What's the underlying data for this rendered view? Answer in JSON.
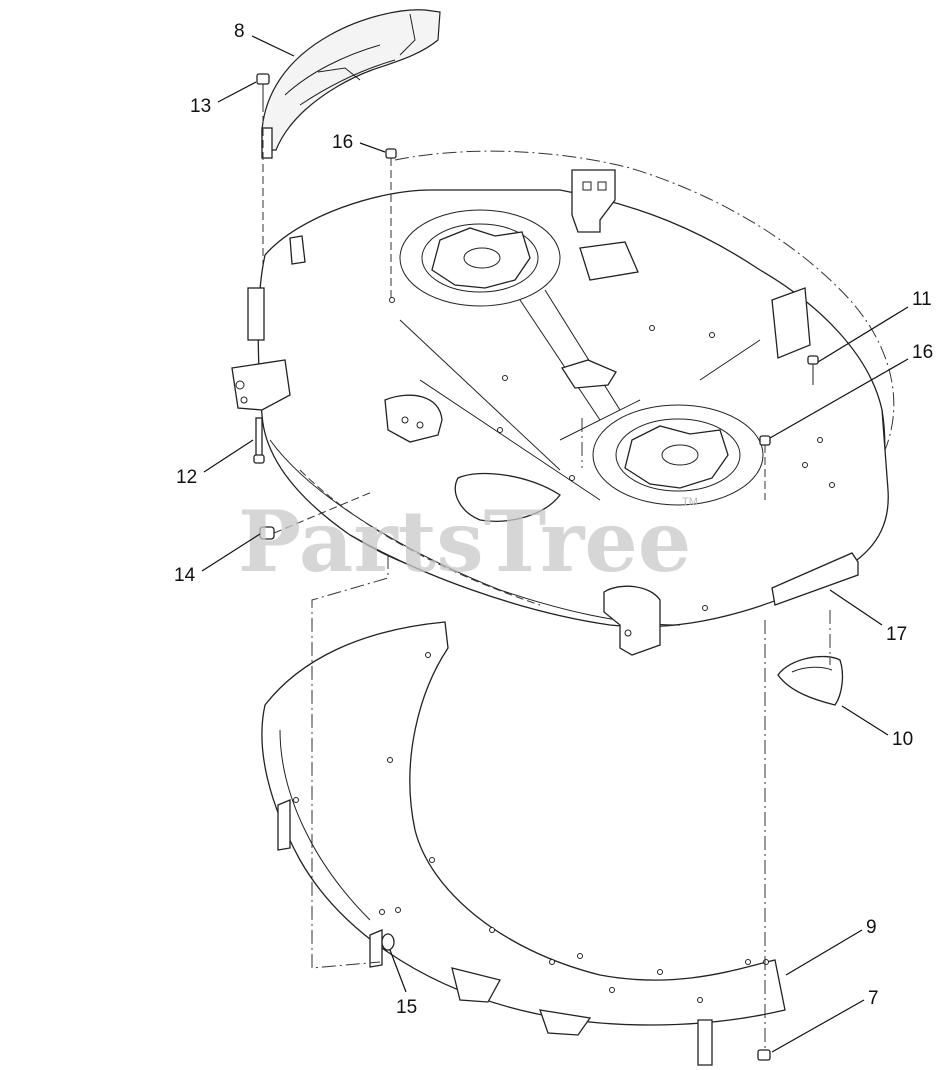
{
  "watermark": {
    "text": "PartsTree",
    "trademark": "TM"
  },
  "callouts": [
    {
      "id": "c8",
      "label": "8"
    },
    {
      "id": "c13",
      "label": "13"
    },
    {
      "id": "c16a",
      "label": "16"
    },
    {
      "id": "c11",
      "label": "11"
    },
    {
      "id": "c16b",
      "label": "16"
    },
    {
      "id": "c12",
      "label": "12"
    },
    {
      "id": "c14",
      "label": "14"
    },
    {
      "id": "c17",
      "label": "17"
    },
    {
      "id": "c10",
      "label": "10"
    },
    {
      "id": "c9",
      "label": "9"
    },
    {
      "id": "c7",
      "label": "7"
    },
    {
      "id": "c15",
      "label": "15"
    }
  ]
}
